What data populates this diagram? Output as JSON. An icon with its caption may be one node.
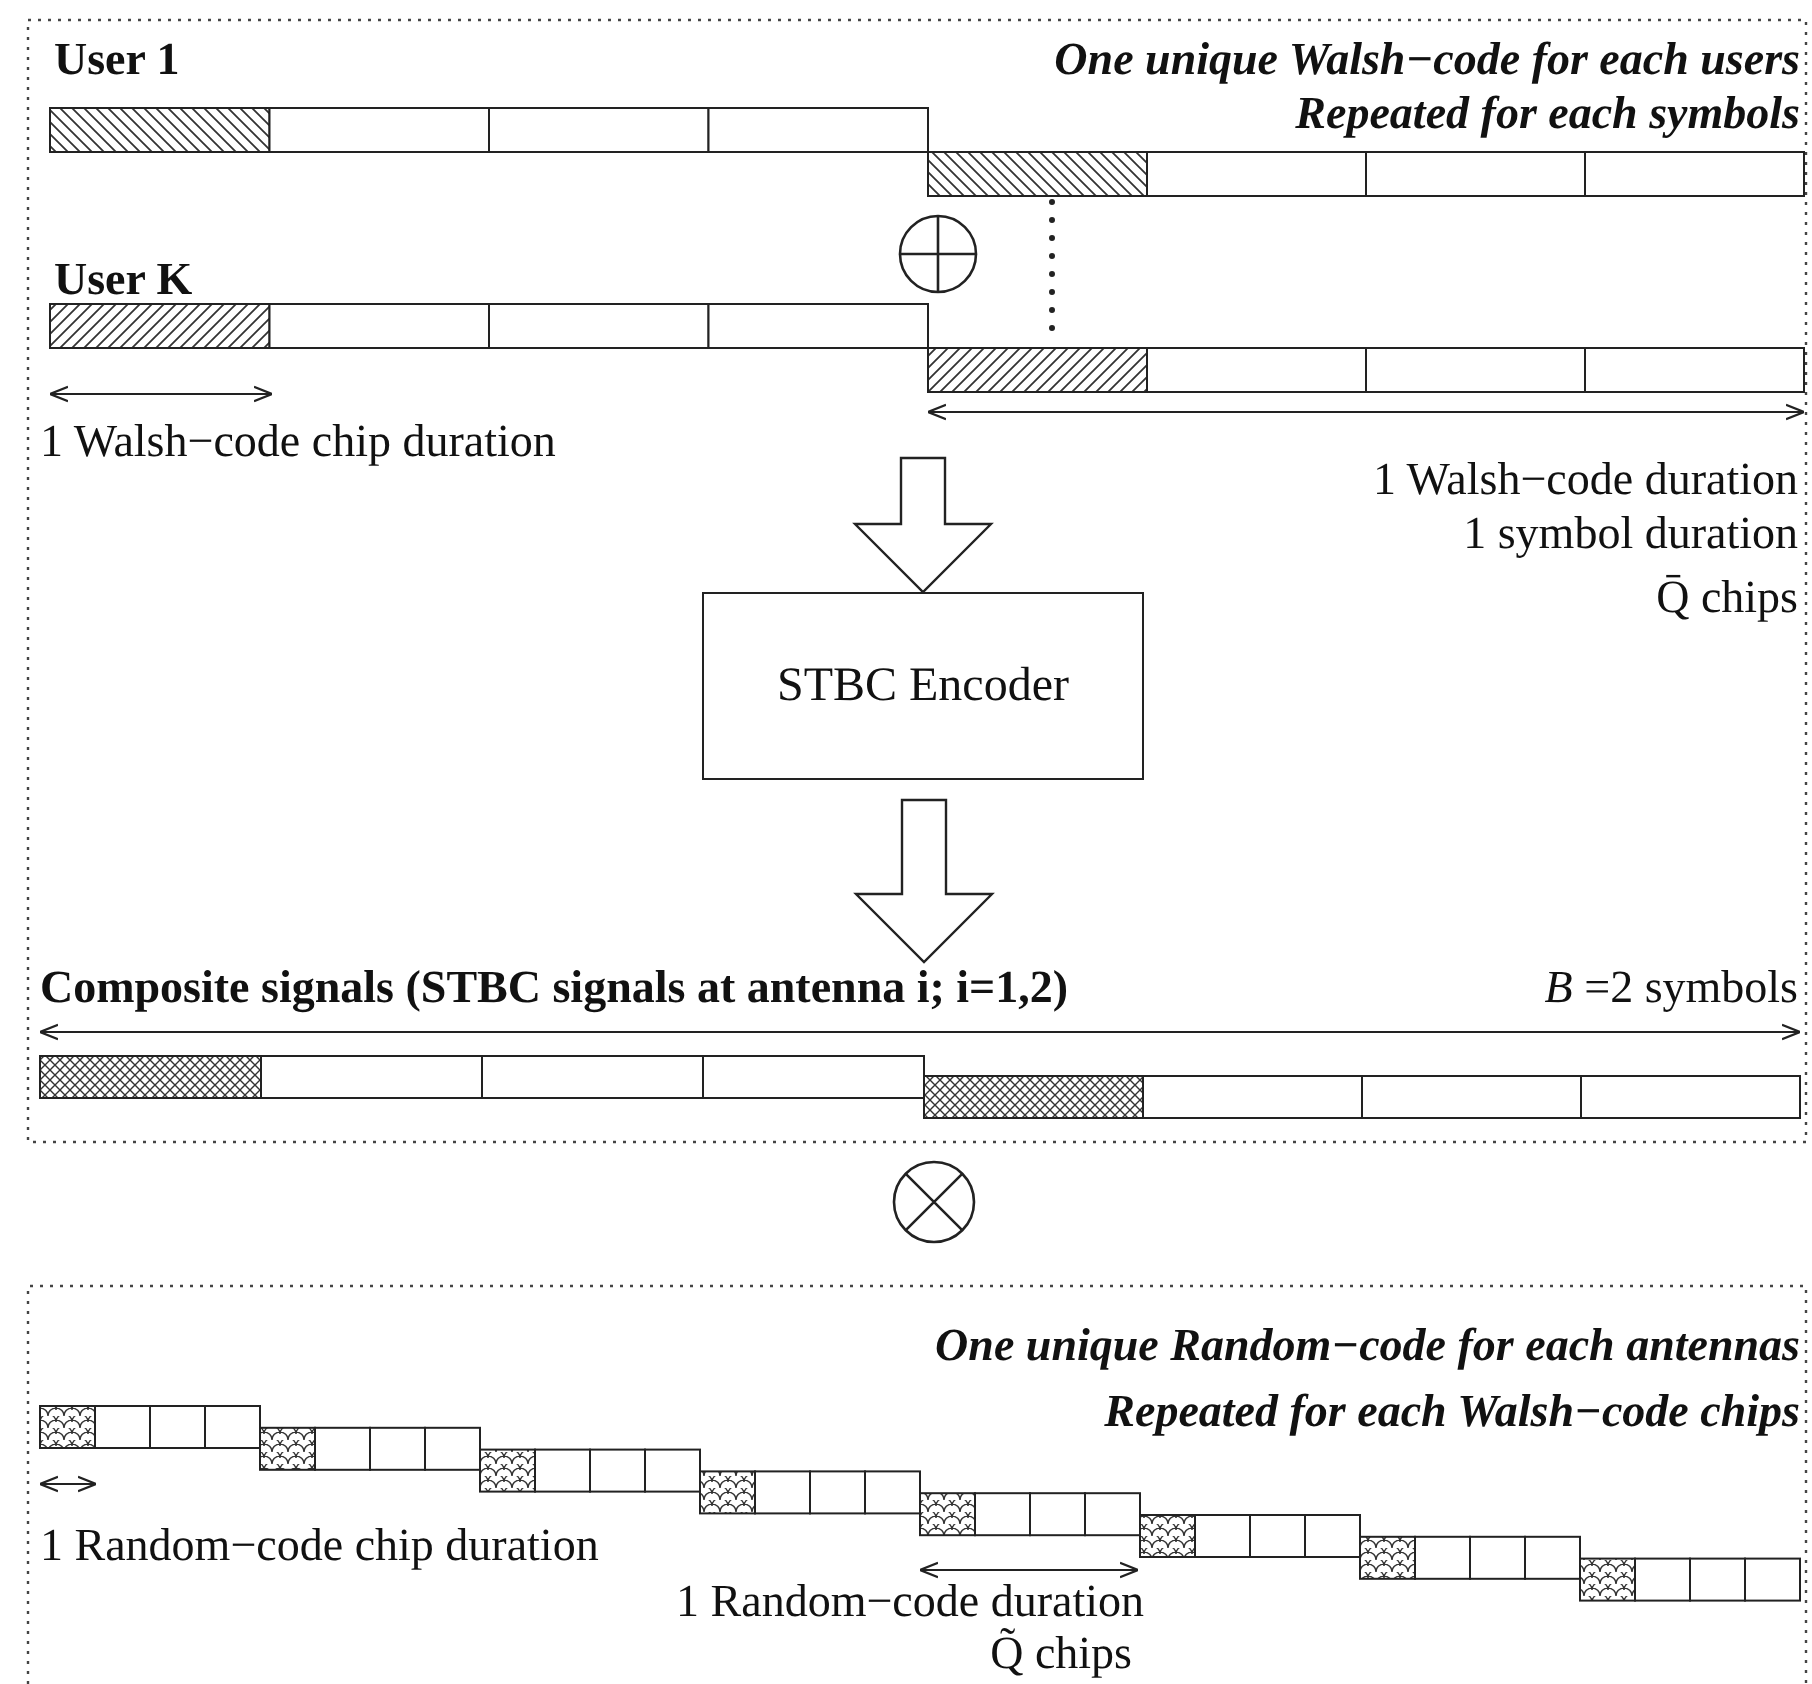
{
  "diagram": {
    "nodes": [
      {
        "text": [
          "STBC Encoder"
        ]
      },
      {
        "text": [
          "Composite signals (STBC signals at antenna i; i=1,2)"
        ]
      }
    ],
    "edges": [
      {
        "from": null,
        "to": 0,
        "arrow": "to"
      },
      {
        "from": 0,
        "to": 1,
        "arrow": "to"
      }
    ],
    "labels": [
      "User 1",
      "One unique Walsh−code for each users",
      "Repeated for each symbols",
      "User K",
      "1 Walsh−code chip duration",
      "1 Walsh−code duration",
      "1 symbol duration",
      "Q̄ chips",
      "*B* =2 symbols",
      "One unique Random−code for each antennas",
      "Repeated for each Walsh−code chips",
      "1 Random−code chip duration",
      "1 Random−code duration",
      "Q̃ chips"
    ]
  }
}
